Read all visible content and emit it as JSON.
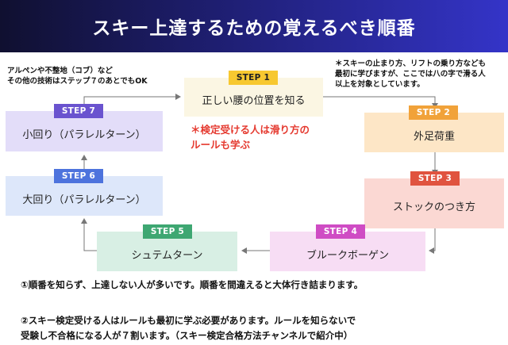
{
  "title": "スキー上達するための覚えるべき順番",
  "note_left": [
    "アルペンや不整地（コブ）など",
    "その他の技術はステップ７のあとでもOK"
  ],
  "note_right": [
    "＊スキーの止まり方、リフトの乗り方なども",
    "最初に学びますが、ここでは八の字で滑る人",
    "以上を対象としています。"
  ],
  "rule_note": [
    "＊検定受ける人は滑り方の",
    "ルールも学ぶ"
  ],
  "steps": [
    {
      "badge": "STEP 1",
      "label": "正しい腰の位置を知る",
      "box_color": "#fbf6e3",
      "badge_color": "#f7c830",
      "badge_text_color": "#222222"
    },
    {
      "badge": "STEP 2",
      "label": "外足荷重",
      "box_color": "#fde6c6",
      "badge_color": "#f1a239",
      "badge_text_color": "#ffffff"
    },
    {
      "badge": "STEP 3",
      "label": "ストックのつき方",
      "box_color": "#fbd8d3",
      "badge_color": "#e0533f",
      "badge_text_color": "#ffffff"
    },
    {
      "badge": "STEP 4",
      "label": "ブルークボーゲン",
      "box_color": "#f7ddf4",
      "badge_color": "#cf4cc4",
      "badge_text_color": "#ffffff"
    },
    {
      "badge": "STEP 5",
      "label": "シュテムターン",
      "box_color": "#d8efe4",
      "badge_color": "#3ea772",
      "badge_text_color": "#ffffff"
    },
    {
      "badge": "STEP 6",
      "label": "大回り（パラレルターン）",
      "box_color": "#dde7fa",
      "badge_color": "#4d73dd",
      "badge_text_color": "#ffffff"
    },
    {
      "badge": "STEP 7",
      "label": "小回り（パラレルターン）",
      "box_color": "#e3ddf9",
      "badge_color": "#6a53cf",
      "badge_text_color": "#ffffff"
    }
  ],
  "footer": [
    [
      "①順番を知らず、上達しない人が多いです。順番を間違えると大体行き詰まります。"
    ],
    [
      "②スキー検定受ける人はルールも最初に学ぶ必要があります。ルールを知らないで",
      "受験し不合格になる人が７割います。（スキー検定合格方法チャンネルで紹介中）"
    ]
  ]
}
